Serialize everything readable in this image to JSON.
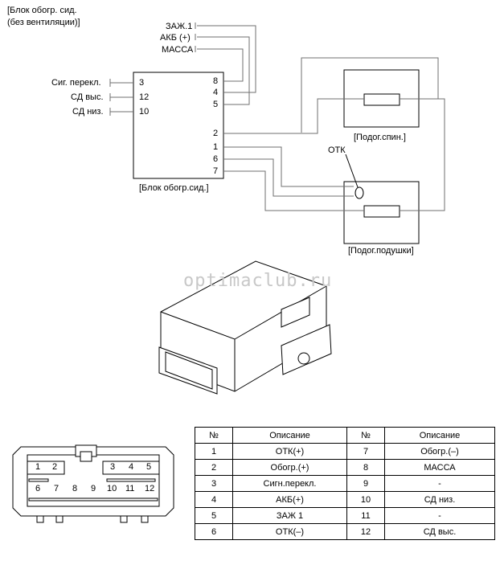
{
  "diagram": {
    "module_title": [
      "[Блок обогр. сид.",
      "(без вентиляции)]"
    ],
    "supply_labels": [
      "ЗАЖ.1",
      "АКБ (+)",
      "МАССА"
    ],
    "left_labels": [
      "Сиг. перекл.",
      "СД выс.",
      "СД низ."
    ],
    "left_pins": [
      "3",
      "12",
      "10"
    ],
    "right_pins": [
      "8",
      "4",
      "5",
      "2",
      "1",
      "6",
      "7"
    ],
    "module_caption": "[Блок обогр.сид.]",
    "backrest_caption": "[Подог.спин.]",
    "cushion_caption": "[Подог.подушки]",
    "otk_label": "ОТК",
    "watermark": "optimaclub.ru"
  },
  "connector": {
    "top_row": [
      "1",
      "2",
      "3",
      "4",
      "5"
    ],
    "bottom_row": [
      "6",
      "7",
      "8",
      "9",
      "10",
      "11",
      "12"
    ]
  },
  "pin_table": {
    "headers": [
      "№",
      "Описание",
      "№",
      "Описание"
    ],
    "rows": [
      [
        "1",
        "ОТК(+)",
        "7",
        "Обогр.(–)"
      ],
      [
        "2",
        "Обогр.(+)",
        "8",
        "МАССА"
      ],
      [
        "3",
        "Сигн.перекл.",
        "9",
        "-"
      ],
      [
        "4",
        "АКБ(+)",
        "10",
        "СД низ."
      ],
      [
        "5",
        "ЗАЖ 1",
        "11",
        "-"
      ],
      [
        "6",
        "ОТК(–)",
        "12",
        "СД выс."
      ]
    ]
  }
}
